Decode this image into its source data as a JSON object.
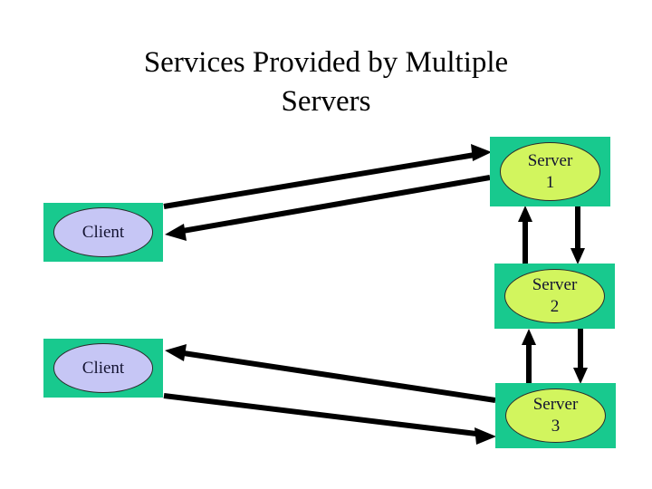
{
  "slide": {
    "title": "Services Provided by Multiple\nServers",
    "background_color": "#ffffff"
  },
  "colors": {
    "box_fill": "#18C98E",
    "client_ellipse_fill": "#C6C6F5",
    "server_ellipse_fill": "#D2F55E",
    "ellipse_stroke": "#2b2b2b",
    "text": "#141432",
    "title_text": "#000000",
    "arrow": "#000000"
  },
  "nodes": [
    {
      "id": "client-1",
      "type": "client",
      "label": "Client"
    },
    {
      "id": "client-2",
      "type": "client",
      "label": "Client"
    },
    {
      "id": "server-1",
      "type": "server",
      "label": "Server\n1"
    },
    {
      "id": "server-2",
      "type": "server",
      "label": "Server\n2"
    },
    {
      "id": "server-3",
      "type": "server",
      "label": "Server\n3"
    }
  ],
  "connections": [
    {
      "id": "client1-to-server1",
      "from": "client-1",
      "to": "server-1",
      "direction": "forward",
      "style": "diagonal"
    },
    {
      "id": "server1-to-client1",
      "from": "server-1",
      "to": "client-1",
      "direction": "forward",
      "style": "diagonal"
    },
    {
      "id": "server2-to-server1",
      "from": "server-2",
      "to": "server-1",
      "direction": "up",
      "style": "vertical"
    },
    {
      "id": "server1-to-server2",
      "from": "server-1",
      "to": "server-2",
      "direction": "down",
      "style": "vertical"
    },
    {
      "id": "server3-to-server2",
      "from": "server-3",
      "to": "server-2",
      "direction": "up",
      "style": "vertical"
    },
    {
      "id": "server2-to-server3",
      "from": "server-2",
      "to": "server-3",
      "direction": "down",
      "style": "vertical"
    },
    {
      "id": "server3-to-client2",
      "from": "server-3",
      "to": "client-2",
      "direction": "forward",
      "style": "diagonal"
    },
    {
      "id": "client2-to-server3",
      "from": "client-2",
      "to": "server-3",
      "direction": "forward",
      "style": "diagonal"
    }
  ]
}
